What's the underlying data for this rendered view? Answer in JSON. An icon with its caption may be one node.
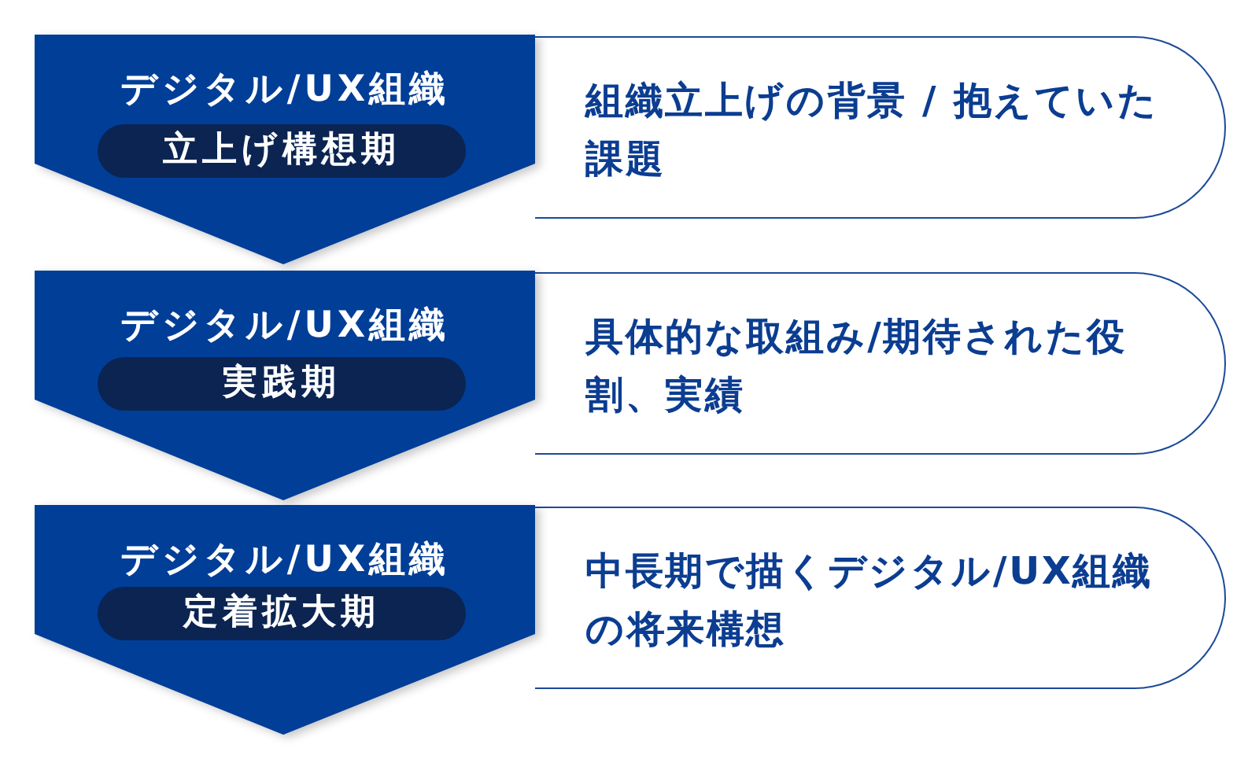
{
  "diagram": {
    "nodes": [
      {
        "text": [
          "デジタル/UX組織"
        ]
      },
      {
        "text": [
          "立上げ構想期"
        ],
        "in": 0
      },
      {
        "text": [
          "組織立上げの背景 / 抱えていた課題"
        ]
      },
      {
        "text": [
          "デジタル/UX組織"
        ]
      },
      {
        "text": [
          "実践期"
        ],
        "in": 3
      },
      {
        "text": [
          "具体的な取組み/期待された役割、実績"
        ]
      },
      {
        "text": [
          "デジタル/UX組織"
        ]
      },
      {
        "text": [
          "定着拡大期"
        ],
        "in": 6
      },
      {
        "text": [
          "中長期で描くデジタル/UX組織の将来構想"
        ]
      }
    ]
  }
}
